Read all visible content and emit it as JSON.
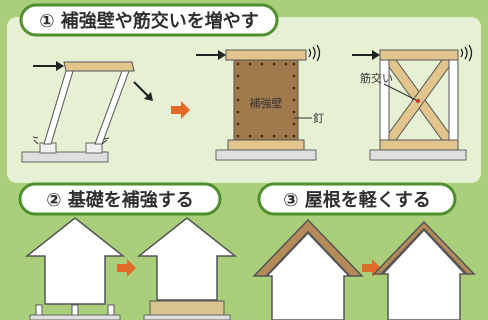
{
  "steps": [
    {
      "label": "① 補強壁や筋交いを増やす"
    },
    {
      "label": "② 基礎を補強する"
    },
    {
      "label": "③ 屋根を軽くする"
    }
  ],
  "annotations": {
    "wall": "補強壁",
    "nail": "釘",
    "brace": "筋交い"
  },
  "colors": {
    "background": "#a9cf7a",
    "panel": "#e6f0d3",
    "pill_border": "#4f8f2e",
    "arrow_orange": "#e26b2a",
    "wood": "#e1c58d",
    "wall": "#a07a4d",
    "roof": "#b58a59",
    "concrete": "#dfdfdf"
  },
  "icons": [
    "arrow-right-icon",
    "vibration-icon"
  ]
}
